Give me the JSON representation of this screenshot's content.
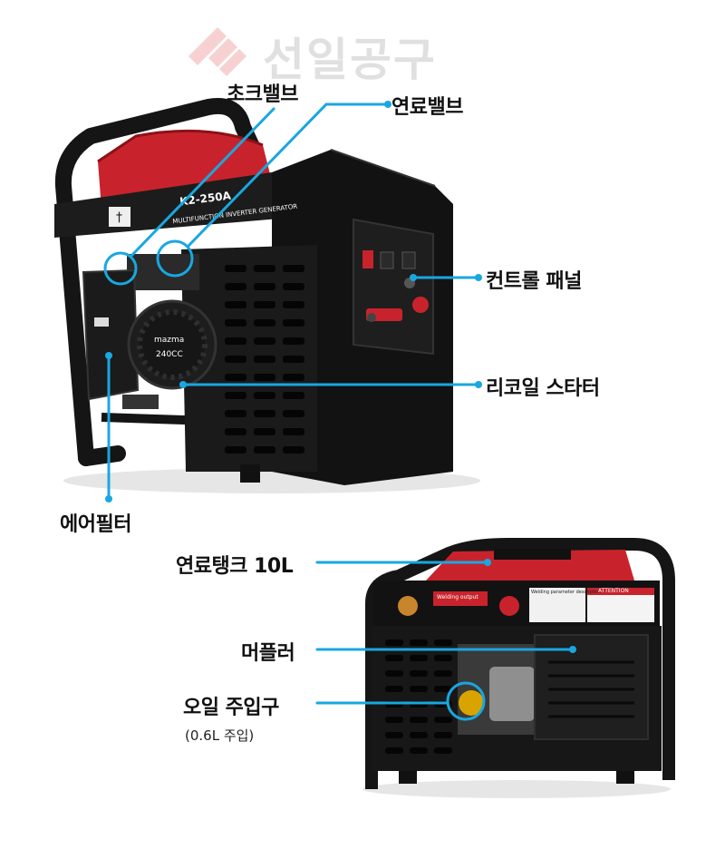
{
  "watermark": {
    "brand": "선일공구"
  },
  "top_generator": {
    "model_plate": "K2-250A",
    "plate_subtitle": "MULTIFUNCTION INVERTER GENERATOR",
    "engine_brand": "mazma",
    "engine_cc": "240CC"
  },
  "callouts_top": {
    "choke_valve": "초크밸브",
    "fuel_valve": "연료밸브",
    "control_panel": "컨트롤 패널",
    "recoil_starter": "리코일 스타터",
    "air_filter": "에어필터"
  },
  "callouts_bottom": {
    "fuel_tank": "연료탱크 10L",
    "muffler": "머플러",
    "oil_inlet": "오일 주입구",
    "oil_inlet_note": "(0.6L 주입)"
  },
  "bottom_generator": {
    "welding_output": "Welding output",
    "welding_params": "Welding parameter description",
    "attention": "ATTENTION"
  },
  "colors": {
    "callout_line": "#19a7e0",
    "tank_red": "#c8232c",
    "frame_black": "#141414"
  }
}
